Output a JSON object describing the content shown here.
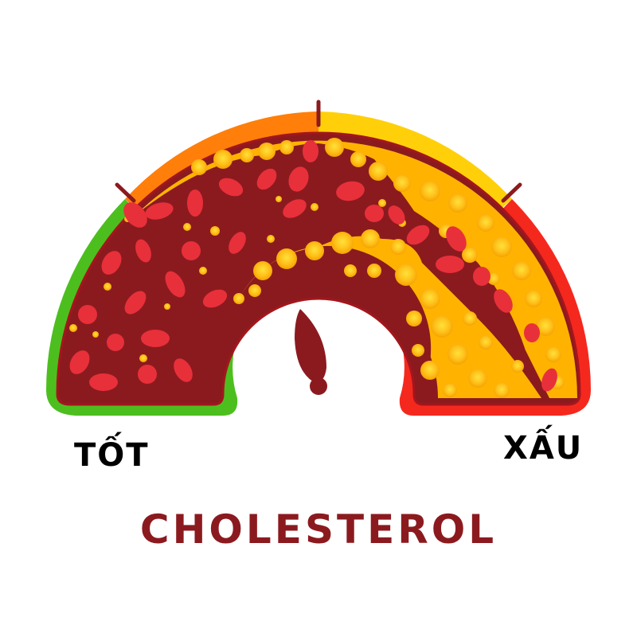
{
  "labels": {
    "good": "TỐT",
    "bad": "XẤU",
    "title": "CHOLESTEROL"
  },
  "gauge": {
    "segments": [
      {
        "name": "good",
        "color": "#4cbf1f"
      },
      {
        "name": "moderate-low",
        "color": "#ff7f0a"
      },
      {
        "name": "moderate-high",
        "color": "#ffd00a"
      },
      {
        "name": "bad",
        "color": "#f5281e"
      }
    ],
    "needle_color": "#8b1a1f",
    "blood_color": "#8b1a1f",
    "cell_color": "#e8303a",
    "plaque_color": "#ffb300",
    "tick_color": "#8b1a1f"
  },
  "colors": {
    "title": "#8b1a1f",
    "labels": "#000000"
  }
}
